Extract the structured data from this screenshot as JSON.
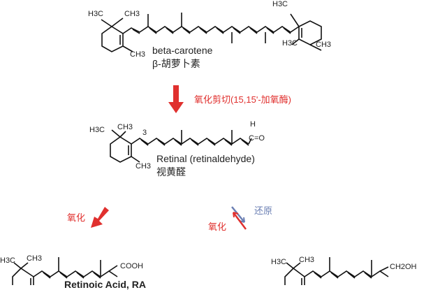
{
  "beta_carotene": {
    "name_en": "beta-carotene",
    "name_cn": "β-胡萝卜素",
    "labels": [
      "H3C",
      "CH3",
      "CH3",
      "H3C",
      "H3C",
      "CH3"
    ]
  },
  "cleavage": {
    "label": "氧化剪切(15,15'-加氧酶)",
    "color": "#e0302e"
  },
  "retinal": {
    "name_en": "Retinal (retinaldehyde)",
    "name_cn": "视黄醛",
    "labels": [
      "H3C",
      "CH3",
      "CH3",
      "3",
      "H",
      "C=O"
    ]
  },
  "oxidation_left": {
    "label": "氧化",
    "color": "#e0302e"
  },
  "redox": {
    "reduction_label": "还原",
    "oxidation_label": "氧化",
    "reduction_color": "#6b7fb3",
    "oxidation_color": "#e0302e"
  },
  "retinoic_acid": {
    "name_en": "Retinoic Acid, RA",
    "labels": [
      "H3C",
      "CH3",
      "COOH"
    ]
  },
  "retinol": {
    "labels": [
      "H3C",
      "CH3",
      "CH2OH"
    ]
  }
}
